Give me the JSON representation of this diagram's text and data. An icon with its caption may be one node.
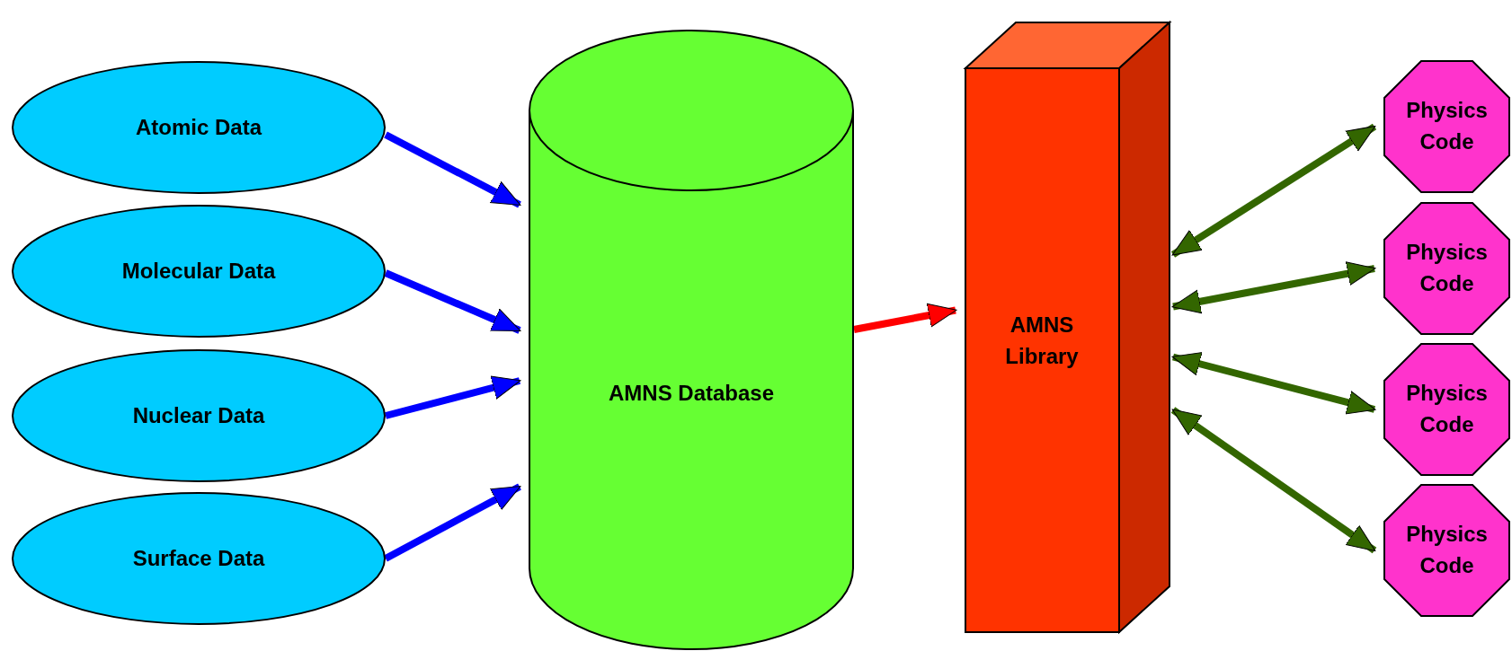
{
  "diagram": {
    "nodes": [
      {
        "text": [
          "Atomic Data"
        ]
      },
      {
        "text": [
          "Molecular Data"
        ]
      },
      {
        "text": [
          "Nuclear Data"
        ]
      },
      {
        "text": [
          "Surface Data"
        ]
      },
      {
        "text": [
          "AMNS Database"
        ]
      },
      {
        "text": [
          "AMNS Library"
        ]
      },
      {
        "text": [
          "Physics Code"
        ]
      },
      {
        "text": [
          "Physics Code"
        ]
      },
      {
        "text": [
          "Physics Code"
        ]
      },
      {
        "text": [
          "Physics Code"
        ]
      }
    ],
    "edges": [
      {
        "from": 0,
        "to": 4,
        "arrow": "to",
        "color": "#0000ff"
      },
      {
        "from": 1,
        "to": 4,
        "arrow": "to",
        "color": "#0000ff"
      },
      {
        "from": 2,
        "to": 4,
        "arrow": "to",
        "color": "#0000ff"
      },
      {
        "from": 3,
        "to": 4,
        "arrow": "to",
        "color": "#0000ff"
      },
      {
        "from": 4,
        "to": 5,
        "arrow": "to",
        "color": "#ff0000"
      },
      {
        "from": 5,
        "to": 6,
        "arrow": "both",
        "color": "#336600"
      },
      {
        "from": 5,
        "to": 7,
        "arrow": "both",
        "color": "#336600"
      },
      {
        "from": 5,
        "to": 8,
        "arrow": "both",
        "color": "#336600"
      },
      {
        "from": 5,
        "to": 9,
        "arrow": "both",
        "color": "#336600"
      }
    ]
  }
}
